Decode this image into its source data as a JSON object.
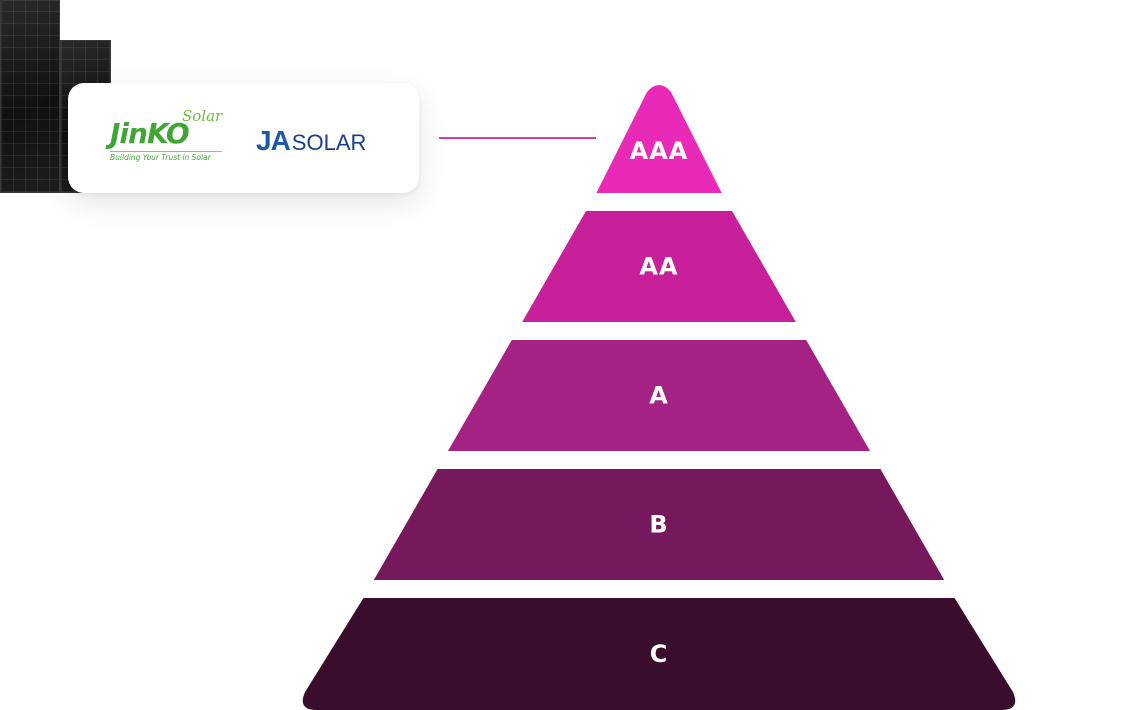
{
  "logos": {
    "jinko": {
      "wordmark": "JinKO",
      "script": "Solar",
      "tagline": "Building Your Trust in Solar",
      "color": "#3fa535"
    },
    "ja_solar": {
      "mark": "JA",
      "word": "SOLAR",
      "color": "#1e5aa8"
    }
  },
  "pyramid": {
    "tiers": [
      {
        "label": "AAA",
        "color": "#e92ab8"
      },
      {
        "label": "AA",
        "color": "#c81f9a"
      },
      {
        "label": "A",
        "color": "#a32283"
      },
      {
        "label": "B",
        "color": "#76185c"
      },
      {
        "label": "C",
        "color": "#3b0d2d"
      }
    ],
    "connector_color": "#d63ab0"
  }
}
